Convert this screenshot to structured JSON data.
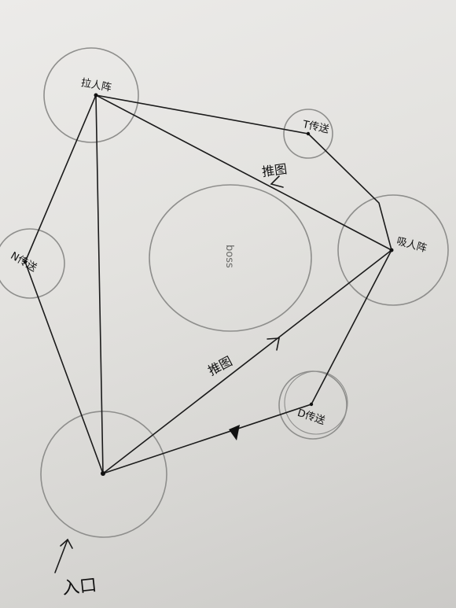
{
  "diagram": {
    "nodes": {
      "pull_top": "拉人阵",
      "t_teleport": "T传送",
      "n_teleport": "N传送",
      "boss": "boss",
      "suck": "吸人阵",
      "d_teleport": "D传送",
      "entrance": "入口"
    },
    "edge_labels": {
      "push_upper": "推图",
      "push_lower": "推图"
    }
  }
}
